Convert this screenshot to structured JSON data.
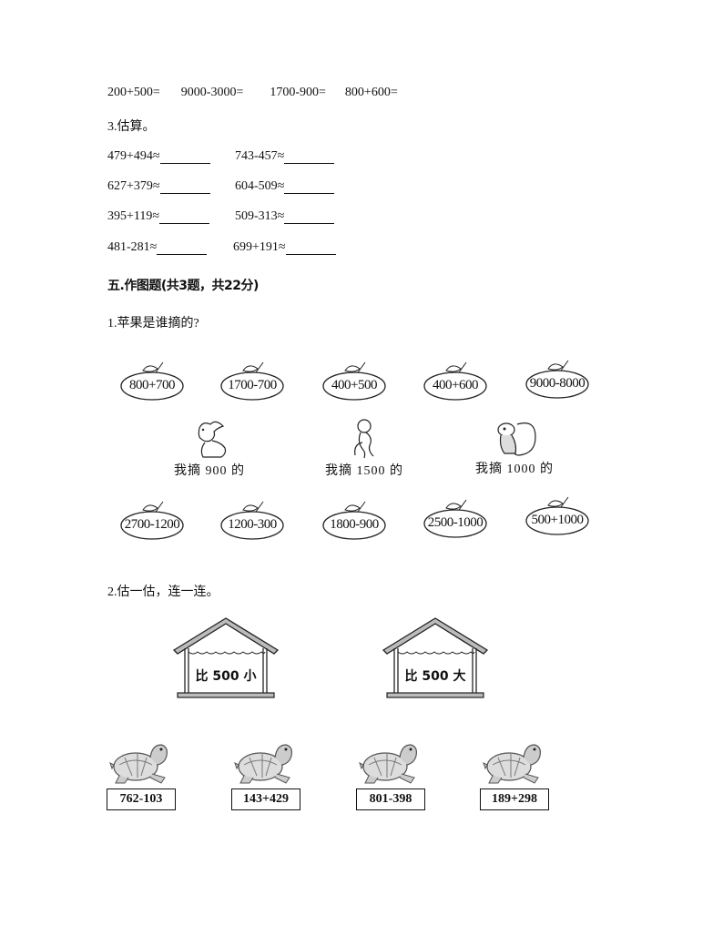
{
  "section4": {
    "mental_math_row": [
      "200+500=",
      "9000-3000=",
      "1700-900=",
      "800+600="
    ],
    "q3_title": "3.估算。",
    "estimates": [
      {
        "left": "479+494≈",
        "right": "743-457≈"
      },
      {
        "left": "627+379≈",
        "right": "604-509≈"
      },
      {
        "left": "395+119≈",
        "right": "509-313≈"
      },
      {
        "left": "481-281≈",
        "right": "699+191≈"
      }
    ]
  },
  "section5": {
    "heading": "五.作图题(共3题，共22分)",
    "q1": {
      "title": "1.苹果是谁摘的?",
      "top_apples": [
        "800+700",
        "1700-700",
        "400+500",
        "400+600",
        "9000-8000"
      ],
      "animals": [
        {
          "name": "rabbit",
          "caption": "我摘 900 的"
        },
        {
          "name": "monkey",
          "caption": "我摘 1500 的"
        },
        {
          "name": "squirrel",
          "caption": "我摘 1000 的"
        }
      ],
      "bottom_apples": [
        "2700-1200",
        "1200-300",
        "1800-900",
        "2500-1000",
        "500+1000"
      ]
    },
    "q2": {
      "title": "2.估一估，连一连。",
      "houses": [
        "比 500 小",
        "比 500 大"
      ],
      "turtles": [
        "762-103",
        "143+429",
        "801-398",
        "189+298"
      ]
    }
  }
}
